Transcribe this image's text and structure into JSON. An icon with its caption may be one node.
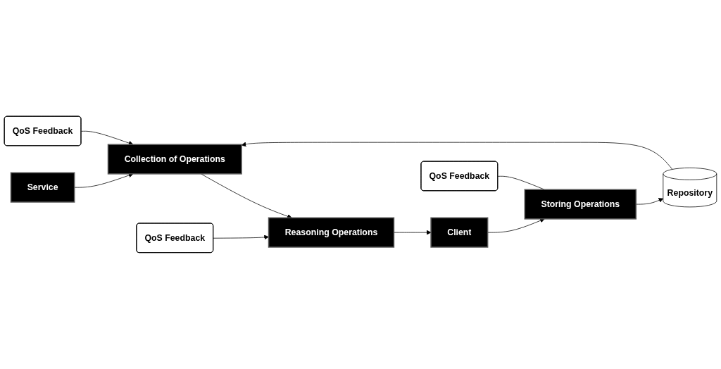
{
  "diagram": {
    "nodes": [
      {
        "text": [
          "Service"
        ]
      },
      {
        "text": [
          "Collection of Operations"
        ]
      },
      {
        "text": [
          "QoS Feedback"
        ]
      },
      {
        "text": [
          "Reasoning Operations"
        ]
      },
      {
        "text": [
          "Client"
        ]
      },
      {
        "text": [
          "QoS Feedback"
        ]
      },
      {
        "text": [
          "QoS Feedback"
        ]
      },
      {
        "text": [
          "Storing Operations"
        ]
      },
      {
        "text": [
          "Repository"
        ]
      }
    ],
    "edges": [
      {
        "from": 0,
        "to": 1,
        "arrow": "to"
      },
      {
        "from": 1,
        "to": 3,
        "arrow": "to"
      },
      {
        "from": 2,
        "to": 3,
        "arrow": "to"
      },
      {
        "from": 3,
        "to": 4,
        "arrow": "to"
      },
      {
        "from": 4,
        "to": 7,
        "arrow": "to"
      },
      {
        "from": 6,
        "to": 7,
        "arrow": "none"
      },
      {
        "from": 7,
        "to": 8,
        "arrow": "to"
      },
      {
        "from": 8,
        "to": 1,
        "arrow": "to"
      },
      {
        "from": 5,
        "to": 1,
        "arrow": "to"
      }
    ]
  }
}
